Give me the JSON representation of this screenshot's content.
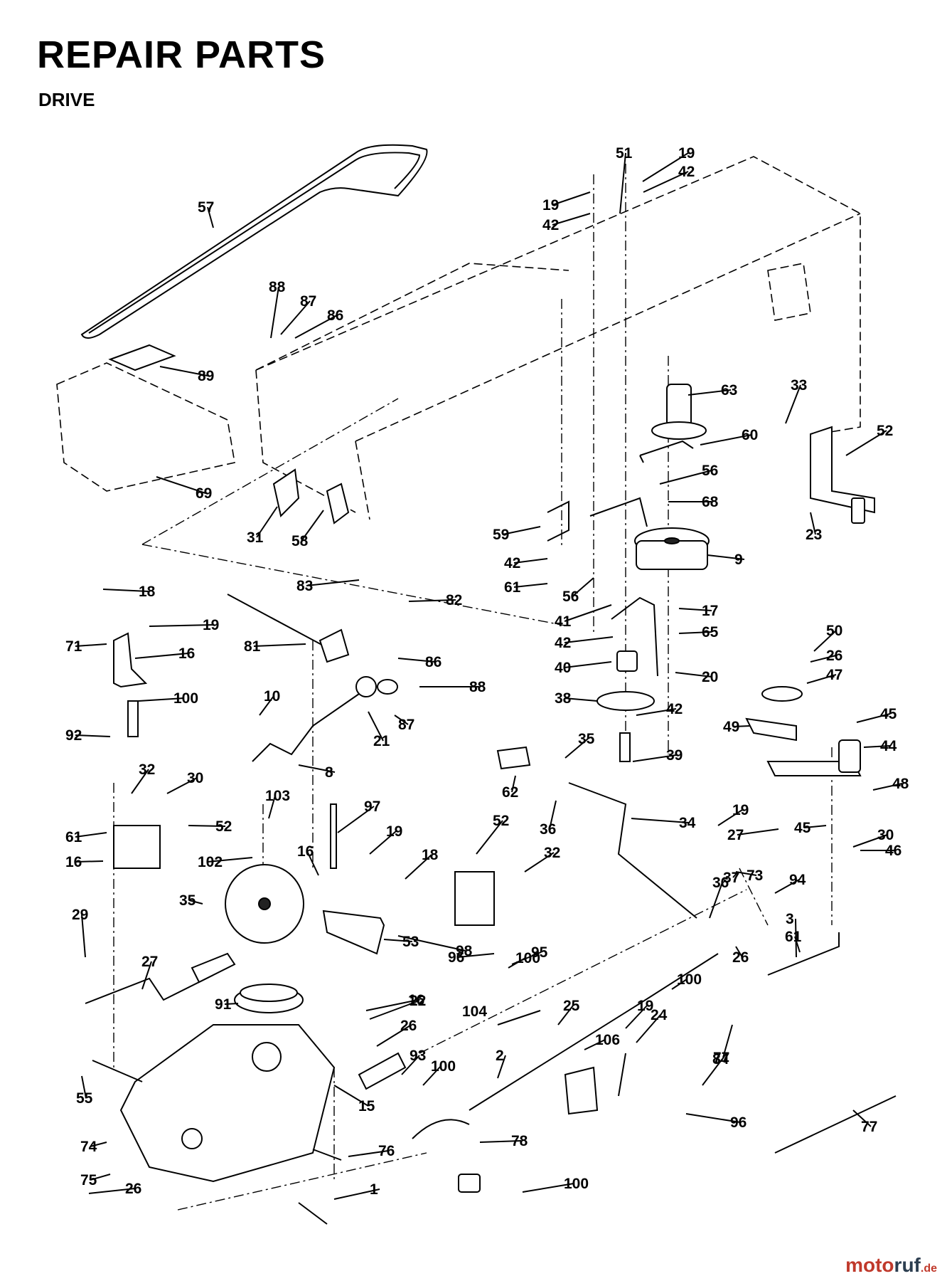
{
  "page": {
    "title": "REPAIR PARTS",
    "subtitle": "DRIVE"
  },
  "watermark": {
    "part1": "moto",
    "part2": "ruf",
    "part3": ".de"
  },
  "colors": {
    "ink": "#000000",
    "watermark_red": "#c0392b",
    "watermark_dark": "#2c3e50"
  },
  "callouts": [
    "57",
    "51",
    "19",
    "42",
    "19",
    "42",
    "88",
    "87",
    "86",
    "89",
    "63",
    "33",
    "52",
    "60",
    "56",
    "68",
    "23",
    "69",
    "31",
    "58",
    "59",
    "42",
    "61",
    "9",
    "56",
    "17",
    "41",
    "42",
    "65",
    "40",
    "20",
    "38",
    "42",
    "39",
    "18",
    "19",
    "83",
    "82",
    "71",
    "16",
    "81",
    "86",
    "100",
    "88",
    "87",
    "10",
    "92",
    "21",
    "8",
    "50",
    "26",
    "47",
    "49",
    "45",
    "44",
    "48",
    "32",
    "30",
    "52",
    "61",
    "16",
    "103",
    "97",
    "19",
    "102",
    "16",
    "18",
    "35",
    "62",
    "36",
    "34",
    "52",
    "32",
    "19",
    "27",
    "45",
    "46",
    "37",
    "94",
    "73",
    "30",
    "61",
    "36",
    "35",
    "53",
    "98",
    "96",
    "95",
    "26",
    "3",
    "100",
    "29",
    "27",
    "84",
    "100",
    "91",
    "16",
    "104",
    "77",
    "19",
    "24",
    "22",
    "26",
    "25",
    "106",
    "55",
    "93",
    "100",
    "2",
    "15",
    "96",
    "77",
    "78",
    "74",
    "76",
    "75",
    "26",
    "1",
    "100"
  ]
}
